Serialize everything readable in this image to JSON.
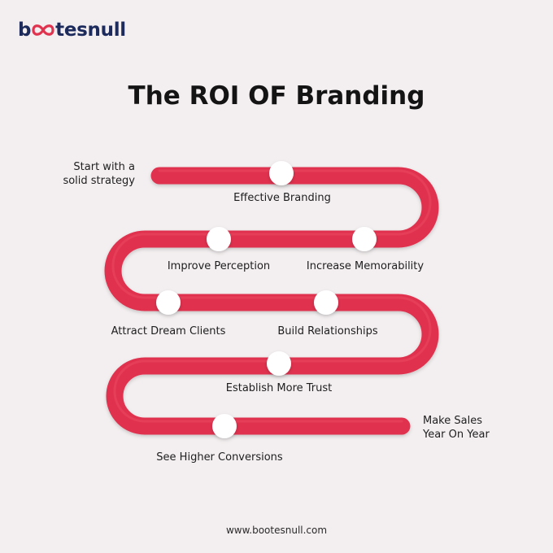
{
  "brand": {
    "prefix": "b",
    "suffix": "tesnull",
    "colors": {
      "dark": "#1c2a5c",
      "accent": "#e0334f"
    }
  },
  "title": "The ROI OF Branding",
  "start_label": [
    "Start with a",
    "solid strategy"
  ],
  "end_label": [
    "Make Sales",
    "Year On Year"
  ],
  "milestones": [
    "Effective Branding",
    "Improve Perception",
    "Increase Memorability",
    "Attract Dream Clients",
    "Build Relationships",
    "Establish More Trust",
    "See Higher Conversions"
  ],
  "footer": "www.bootesnull.com",
  "colors": {
    "road": "#e0334f",
    "road_shade": "#b8243c",
    "marker": "#ffffff",
    "background": "#f3eff0"
  }
}
